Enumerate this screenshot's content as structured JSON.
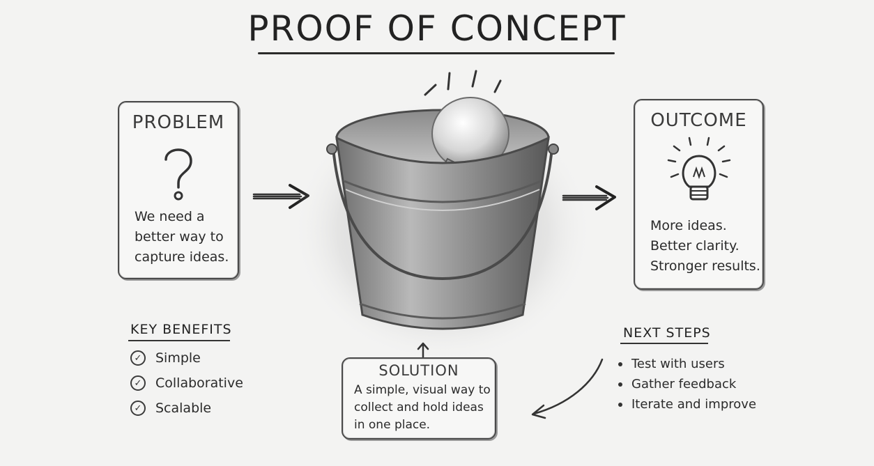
{
  "title": "PROOF OF CONCEPT",
  "problem": {
    "heading": "PROBLEM",
    "lines": [
      "We need a",
      "better way to",
      "capture ideas."
    ]
  },
  "outcome": {
    "heading": "OUTCOME",
    "lines": [
      "More ideas.",
      "Better clarity.",
      "Stronger results."
    ]
  },
  "solution": {
    "heading": "SOLUTION",
    "lines": [
      "A simple, visual way to",
      "collect and hold ideas",
      "in one place."
    ]
  },
  "key_benefits": {
    "heading": "KEY BENEFITS",
    "items": [
      "Simple",
      "Collaborative",
      "Scalable"
    ]
  },
  "next_steps": {
    "heading": "NEXT STEPS",
    "items": [
      "Test with users",
      "Gather feedback",
      "Iterate and improve"
    ]
  },
  "icons": {
    "problem": "question-mark-icon",
    "outcome": "lightbulb-icon",
    "benefit": "check-circle-icon",
    "center": "bucket-with-lightbulb-illustration"
  },
  "colors": {
    "background": "#f3f3f2",
    "ink": "#2b2b2b"
  }
}
